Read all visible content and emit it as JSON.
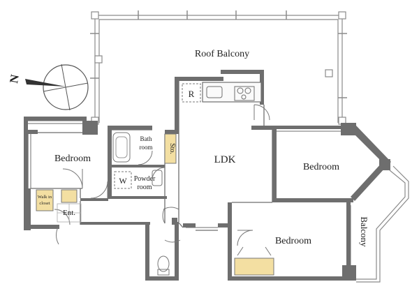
{
  "rooms": {
    "roof_balcony": "Roof Balcony",
    "bedroom_west": "Bedroom",
    "ldk": "LDK",
    "bedroom_east": "Bedroom",
    "bedroom_south": "Bedroom",
    "balcony": "Balcony",
    "bath_line1": "Bath",
    "bath_line2": "room",
    "powder_line1": "Powder",
    "powder_line2": "room",
    "storage": "Sto.",
    "walkin_line1": "Walk in",
    "walkin_line2": "closet",
    "entrance": "Ent."
  },
  "fixtures": {
    "refrigerator": "R",
    "washer": "W"
  },
  "compass": {
    "north": "N"
  },
  "colors": {
    "wall": "#6e6e6e",
    "accent_storage": "#f3dfa2",
    "line": "#9a9a9a"
  }
}
